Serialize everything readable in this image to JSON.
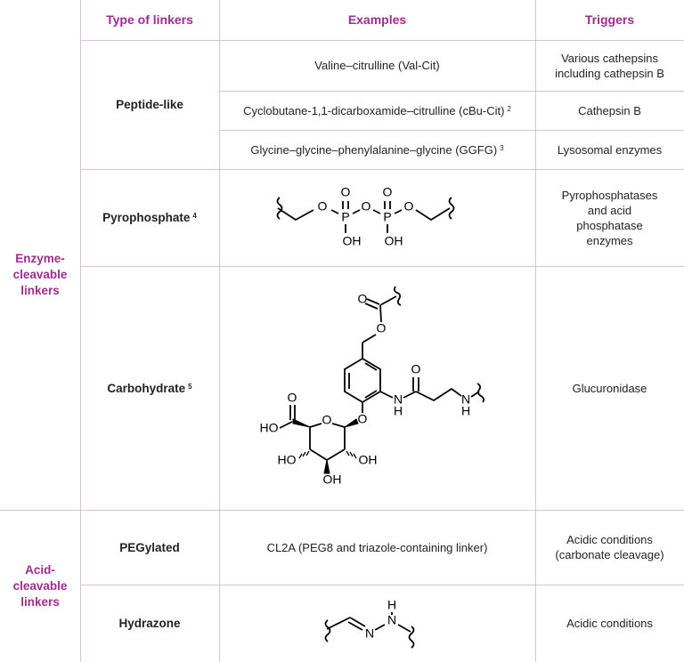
{
  "colors": {
    "accent": "#9b2d8f",
    "grid": "#dcbfe0"
  },
  "header": {
    "type": "Type of linkers",
    "examples": "Examples",
    "triggers": "Triggers"
  },
  "groups": [
    {
      "label": "Enzyme-\ncleavable\nlinkers"
    },
    {
      "label": "Acid-\ncleavable\nlinkers"
    }
  ],
  "rows": {
    "peptide": {
      "type": "Peptide-like",
      "examples": [
        {
          "text": "Valine–citrulline (Val-Cit)",
          "ref": "",
          "trigger": "Various cathepsins including cathepsin B"
        },
        {
          "text": "Cyclobutane-1,1-dicarboxamide–citrulline (cBu-Cit)",
          "ref": "2",
          "trigger": "Cathepsin B"
        },
        {
          "text": "Glycine–glycine–phenylalanine–glycine (GGFG)",
          "ref": "3",
          "trigger": "Lysosomal enzymes"
        }
      ]
    },
    "pyrophosphate": {
      "type": "Pyrophosphate",
      "ref": "4",
      "trigger": "Pyrophosphatases and acid phosphatase enzymes"
    },
    "carbohydrate": {
      "type": "Carbohydrate",
      "ref": "5",
      "trigger": "Glucuronidase"
    },
    "pegylated": {
      "type": "PEGylated",
      "example": "CL2A (PEG8 and triazole-containing linker)",
      "trigger": "Acidic conditions (carbonate cleavage)"
    },
    "hydrazone": {
      "type": "Hydrazone",
      "trigger": "Acidic conditions"
    }
  },
  "structures": {
    "pyrophosphate": {
      "atoms": [
        "O",
        "O",
        "P",
        "O",
        "O",
        "P",
        "O",
        "OH",
        "OH"
      ]
    },
    "carbohydrate": {
      "atoms": [
        "O",
        "O",
        "O",
        "N",
        "H",
        "O",
        "N",
        "H",
        "O",
        "O",
        "HO",
        "HO",
        "OH",
        "OH"
      ]
    },
    "hydrazone": {
      "atoms": [
        "N",
        "N",
        "H"
      ]
    }
  }
}
